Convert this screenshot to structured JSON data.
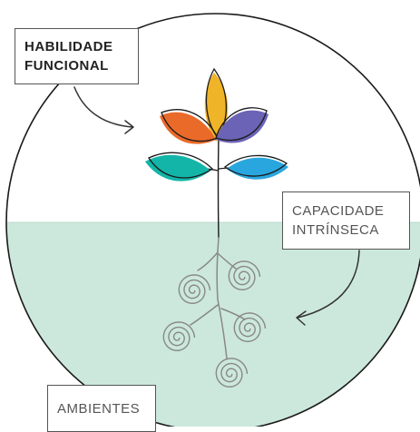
{
  "labels": {
    "habilidade": [
      "HABILIDADE",
      "FUNCIONAL"
    ],
    "capacidade": [
      "CAPACIDADE",
      "INTRÍNSECA"
    ],
    "ambientes": "AMBIENTES"
  },
  "colors": {
    "ground": "#cce8dc",
    "outline": "#1a1a1a",
    "leaf_top": "#f0b429",
    "leaf_left": "#ea6a2a",
    "leaf_right": "#6b63b5",
    "leaf_bottom_left": "#13b5a8",
    "leaf_bottom_right": "#2aa6de",
    "root": "#888888"
  }
}
